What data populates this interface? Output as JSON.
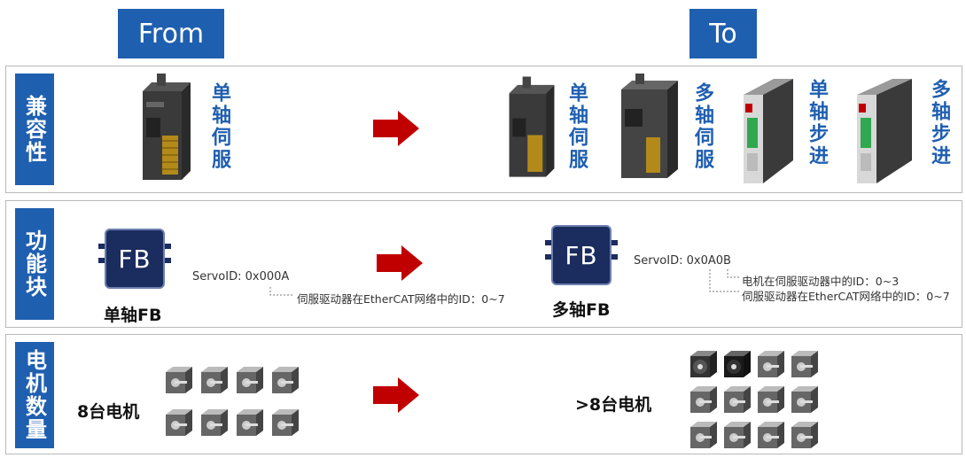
{
  "header": {
    "from": "From",
    "to": "To"
  },
  "rows": {
    "compat": {
      "label": "兼容性",
      "from_device": "单轴伺服",
      "to_devices": [
        "单轴伺服",
        "多轴伺服",
        "单轴步进",
        "多轴步进"
      ]
    },
    "fb": {
      "label": "功能块",
      "from_fb_icon": "FB",
      "from_fb_name": "单轴FB",
      "from_servo_id": "ServoID: 0x000A",
      "from_note": "伺服驱动器在EtherCAT网络中的ID：0~7",
      "to_fb_icon": "FB",
      "to_fb_name": "多轴FB",
      "to_servo_id": "ServoID: 0x0A0B",
      "to_note_1": "电机在伺服驱动器中的ID：0~3",
      "to_note_2": "伺服驱动器在EtherCAT网络中的ID：0~7"
    },
    "motors": {
      "label": "电机数量",
      "from_count": "8台电机",
      "to_count": ">8台电机"
    }
  },
  "colors": {
    "accent_blue": "#1f5fb0",
    "arrow_red": "#c00000",
    "fb_navy": "#1b2c5e"
  }
}
